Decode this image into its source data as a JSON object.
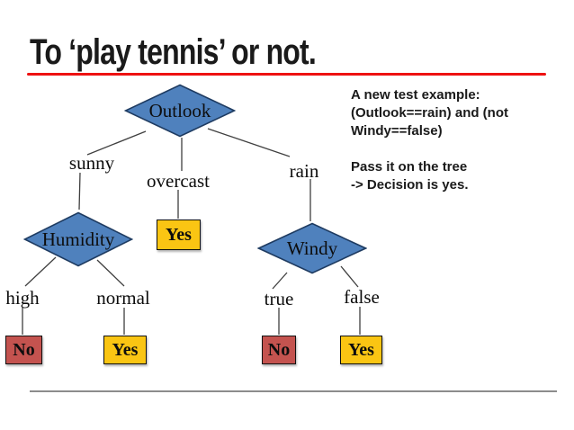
{
  "slide": {
    "title": "To ‘play tennis’ or not."
  },
  "colors": {
    "diamond_fill": "#4F81BD",
    "diamond_border": "#1E3B61",
    "leaf_yes_fill": "#FAC513",
    "leaf_no_fill": "#C4534F",
    "underline_red": "#EE1111",
    "edge_line": "#3F3F3F",
    "divider_gray": "#8C8C8C"
  },
  "note": {
    "lines": [
      "A new test example:",
      "(Outlook==rain) and (not",
      "Windy==false)",
      "",
      "Pass it on the tree",
      "-> Decision is yes."
    ]
  },
  "tree": {
    "decision_nodes": [
      {
        "label": "Outlook"
      },
      {
        "label": "Humidity"
      },
      {
        "label": "Windy"
      }
    ],
    "edge_labels": [
      {
        "label": "sunny"
      },
      {
        "label": "overcast"
      },
      {
        "label": "rain"
      },
      {
        "label": "high"
      },
      {
        "label": "normal"
      },
      {
        "label": "true"
      },
      {
        "label": "false"
      }
    ],
    "leaf_nodes": [
      {
        "label": "Yes",
        "type": "yes"
      },
      {
        "label": "No",
        "type": "no"
      },
      {
        "label": "Yes",
        "type": "yes"
      },
      {
        "label": "No",
        "type": "no"
      },
      {
        "label": "Yes",
        "type": "yes"
      }
    ]
  }
}
